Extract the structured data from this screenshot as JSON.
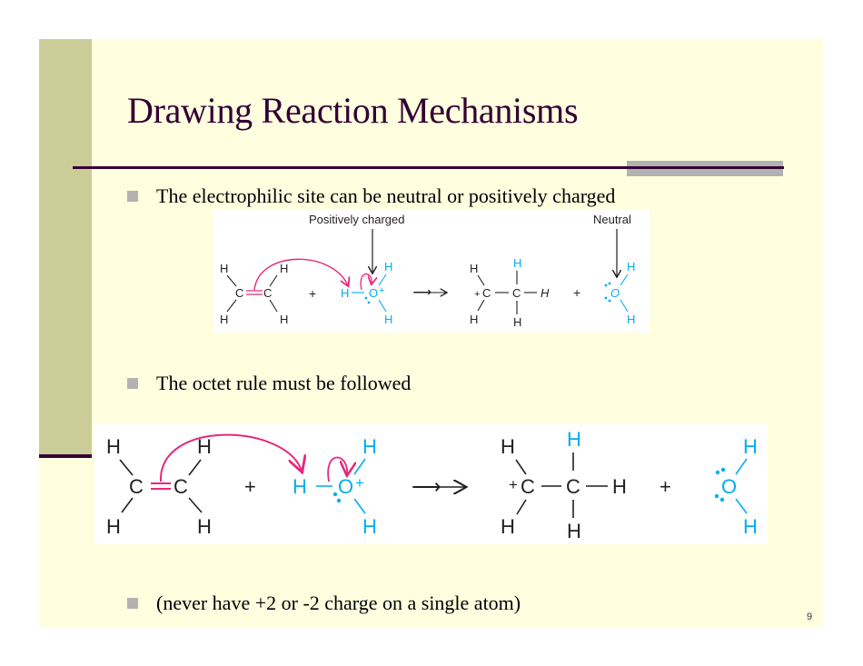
{
  "slide": {
    "title": "Drawing Reaction Mechanisms",
    "page_number": "9",
    "colors": {
      "background": "#ffffe0",
      "sidebar": "#cccc99",
      "title_text": "#330033",
      "rule": "#330033",
      "bullet_square": "#b2b2b2",
      "arrow_magenta": "#e6287a",
      "chem_blue": "#00aeef",
      "chem_black": "#231f20"
    }
  },
  "bullets": [
    {
      "text": "The electrophilic site can be neutral or positively charged"
    },
    {
      "text": "The octet rule must be followed"
    },
    {
      "text": "(never have +2 or -2 charge on a single atom)"
    }
  ],
  "figure_small": {
    "labels": {
      "positively_charged": "Positively charged",
      "neutral": "Neutral"
    },
    "reaction": {
      "reactant1": {
        "atoms": [
          "H",
          "H",
          "C",
          "C",
          "H",
          "H"
        ],
        "bond": "C=C"
      },
      "plus1": "+",
      "reactant2": {
        "h_left": "H",
        "o": "O",
        "charge": "+",
        "h_top": "H",
        "h_bottom": "H"
      },
      "arrow": "⟶",
      "product1": {
        "charge": "+",
        "c1": "C",
        "c2": "C",
        "h_top_left": "H",
        "h_bottom_left": "H",
        "h_top": "H",
        "h_right": "H",
        "h_bottom": "H"
      },
      "plus2": "+",
      "product2": {
        "o": "O",
        "h_top": "H",
        "h_bottom": "H"
      }
    }
  },
  "figure_large": {
    "reaction": {
      "reactant1": {
        "atoms": [
          "H",
          "H",
          "C",
          "C",
          "H",
          "H"
        ],
        "bond": "C=C"
      },
      "plus1": "+",
      "reactant2": {
        "h_left": "H",
        "o": "O",
        "charge": "+",
        "h_top": "H",
        "h_bottom": "H"
      },
      "arrow": "⟶",
      "product1": {
        "charge": "+",
        "c1": "C",
        "c2": "C",
        "h_top_left": "H",
        "h_bottom_left": "H",
        "h_top": "H",
        "h_right": "H",
        "h_bottom": "H"
      },
      "plus2": "+",
      "product2": {
        "o": "O",
        "h_top": "H",
        "h_bottom": "H"
      }
    }
  }
}
